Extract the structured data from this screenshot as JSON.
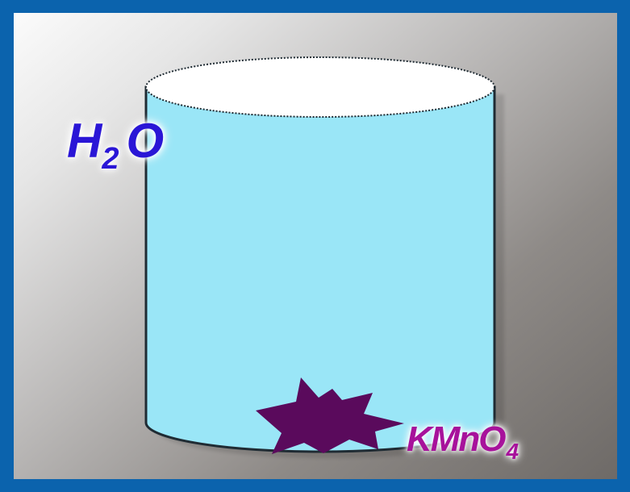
{
  "water_label": {
    "main": "H",
    "subscript": "2",
    "tail": "O"
  },
  "salt_label": {
    "main": "KMnO",
    "subscript": "4"
  },
  "colors": {
    "frame": "#0b63ad",
    "water": "#9ae6f7",
    "cylinder_top": "#ffffff",
    "crystal": "#5a0a5c",
    "water_label": "#2a16d6",
    "salt_label": "#a7129b"
  },
  "icons": {
    "beaker": "cylinder-beaker-icon",
    "crystal": "crystal-icon"
  }
}
